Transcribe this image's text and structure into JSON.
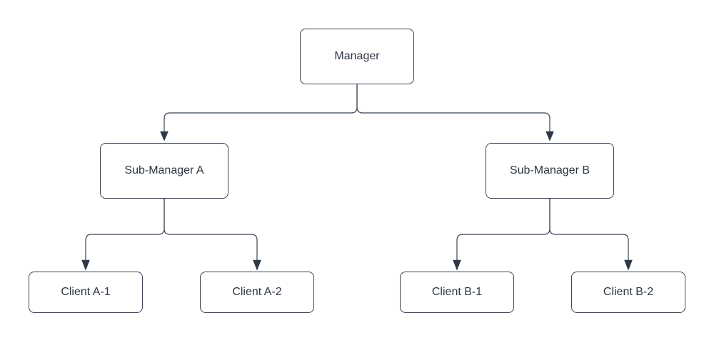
{
  "diagram": {
    "type": "org-chart",
    "background": "#ffffff",
    "colors": {
      "node_fill": "#ffffff",
      "node_border": "#3b4454",
      "text": "#2e3744",
      "connector": "#3b4454",
      "arrowhead": "#2e3848"
    },
    "nodes": {
      "manager": {
        "label": "Manager"
      },
      "sub_a": {
        "label": "Sub-Manager A"
      },
      "sub_b": {
        "label": "Sub-Manager B"
      },
      "client_a1": {
        "label": "Client A-1"
      },
      "client_a2": {
        "label": "Client A-2"
      },
      "client_b1": {
        "label": "Client B-1"
      },
      "client_b2": {
        "label": "Client B-2"
      }
    },
    "edges": [
      {
        "from": "Manager",
        "to": "Sub-Manager A",
        "arrow": "filled-triangle"
      },
      {
        "from": "Manager",
        "to": "Sub-Manager B",
        "arrow": "filled-triangle"
      },
      {
        "from": "Sub-Manager A",
        "to": "Client A-1",
        "arrow": "filled-triangle"
      },
      {
        "from": "Sub-Manager A",
        "to": "Client A-2",
        "arrow": "filled-triangle"
      },
      {
        "from": "Sub-Manager B",
        "to": "Client B-1",
        "arrow": "filled-triangle"
      },
      {
        "from": "Sub-Manager B",
        "to": "Client B-2",
        "arrow": "filled-triangle"
      }
    ]
  }
}
